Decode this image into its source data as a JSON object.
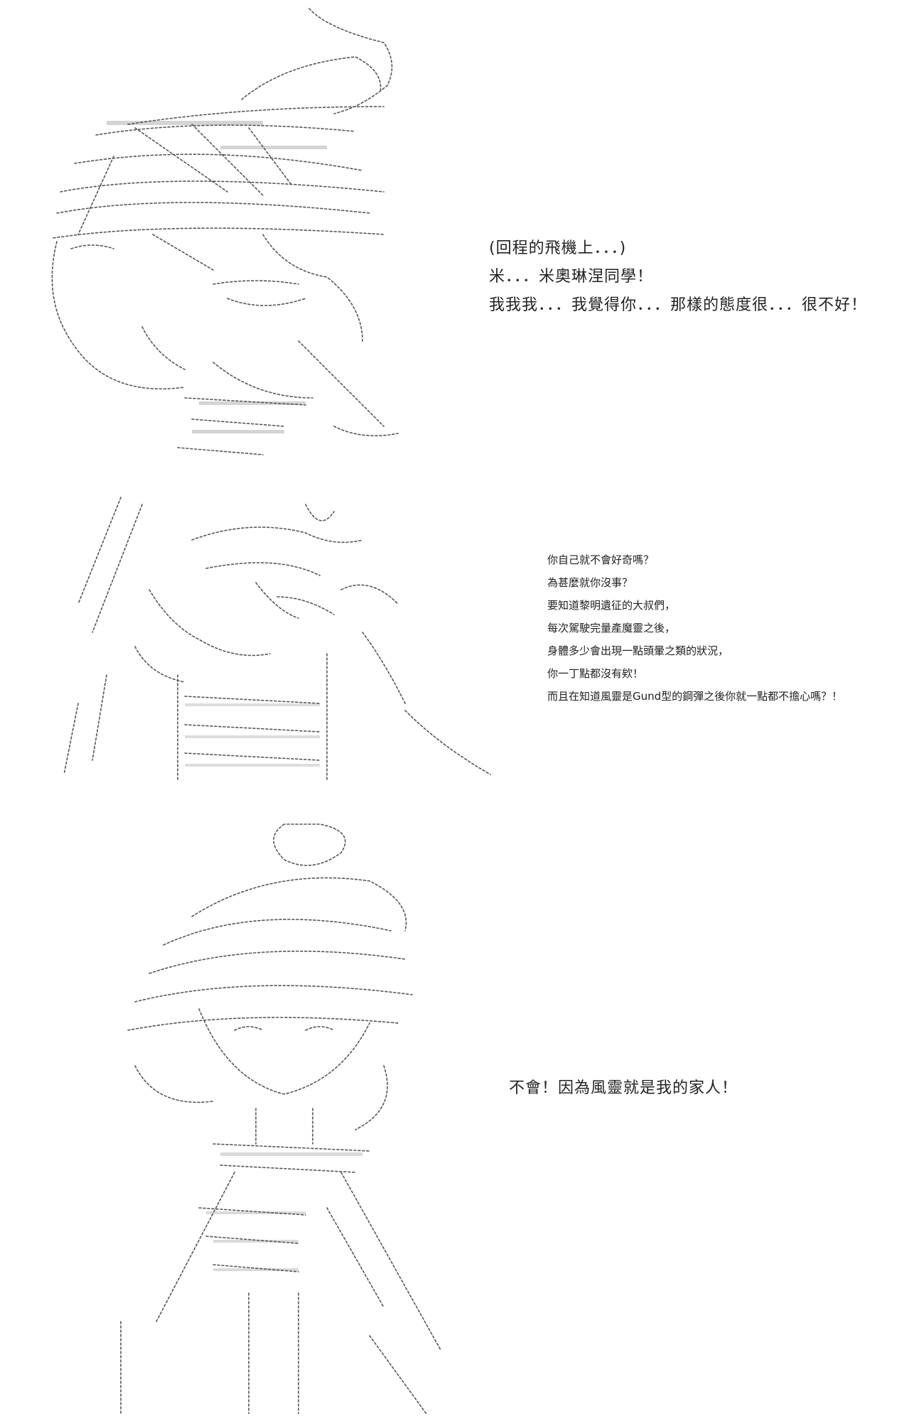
{
  "palette": {
    "background": "#ffffff",
    "text": "#222222",
    "line_art": "#555555"
  },
  "panels": [
    {
      "art": "character-face-closeup-ascii-art",
      "lines": [
        "(回程的飛機上．．．)",
        "米．．．米奧琳涅同學！",
        "我我我．．．我覺得你．．．那樣的態度很．．．很不好！"
      ]
    },
    {
      "art": "character-profile-ascii-art",
      "lines": [
        "你自己就不會好奇嗎？",
        "為甚麼就你沒事？",
        "要知道黎明遺征的大叔們，",
        "每次駕駛完量產魔靈之後，",
        "身體多少會出現一點頭暈之類的狀況，",
        "你一丁點都沒有欸！",
        "而且在知道風靈是Gund型的鋼彈之後你就一點都不擔心嗎？！"
      ]
    },
    {
      "art": "character-full-body-ascii-art",
      "lines": [
        "不會！因為風靈就是我的家人！"
      ]
    }
  ]
}
